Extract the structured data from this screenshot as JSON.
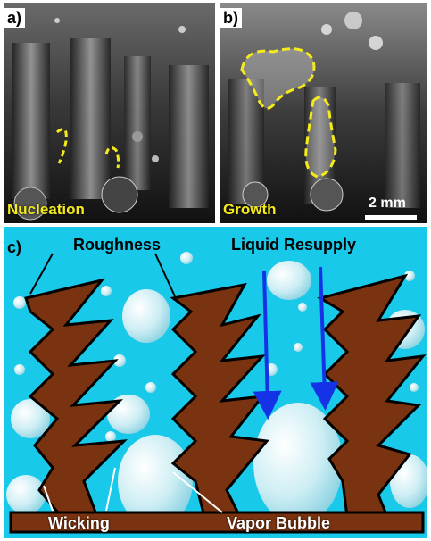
{
  "panels": {
    "a": {
      "letter": "a)",
      "caption": "Nucleation"
    },
    "b": {
      "letter": "b)",
      "caption": "Growth",
      "scale_label": "2 mm"
    },
    "c": {
      "letter": "c)"
    }
  },
  "diagram": {
    "labels": {
      "roughness": "Roughness",
      "liquid_resupply": "Liquid Resupply",
      "wicking": "Wicking",
      "vapor_bubble": "Vapor Bubble"
    }
  },
  "colors": {
    "liquid": "#19c9ea",
    "copper": "#7a3310",
    "highlight_yellow": "#f4ea1c",
    "arrow_blue": "#1433e6",
    "bubble": "#d6f3f8"
  }
}
